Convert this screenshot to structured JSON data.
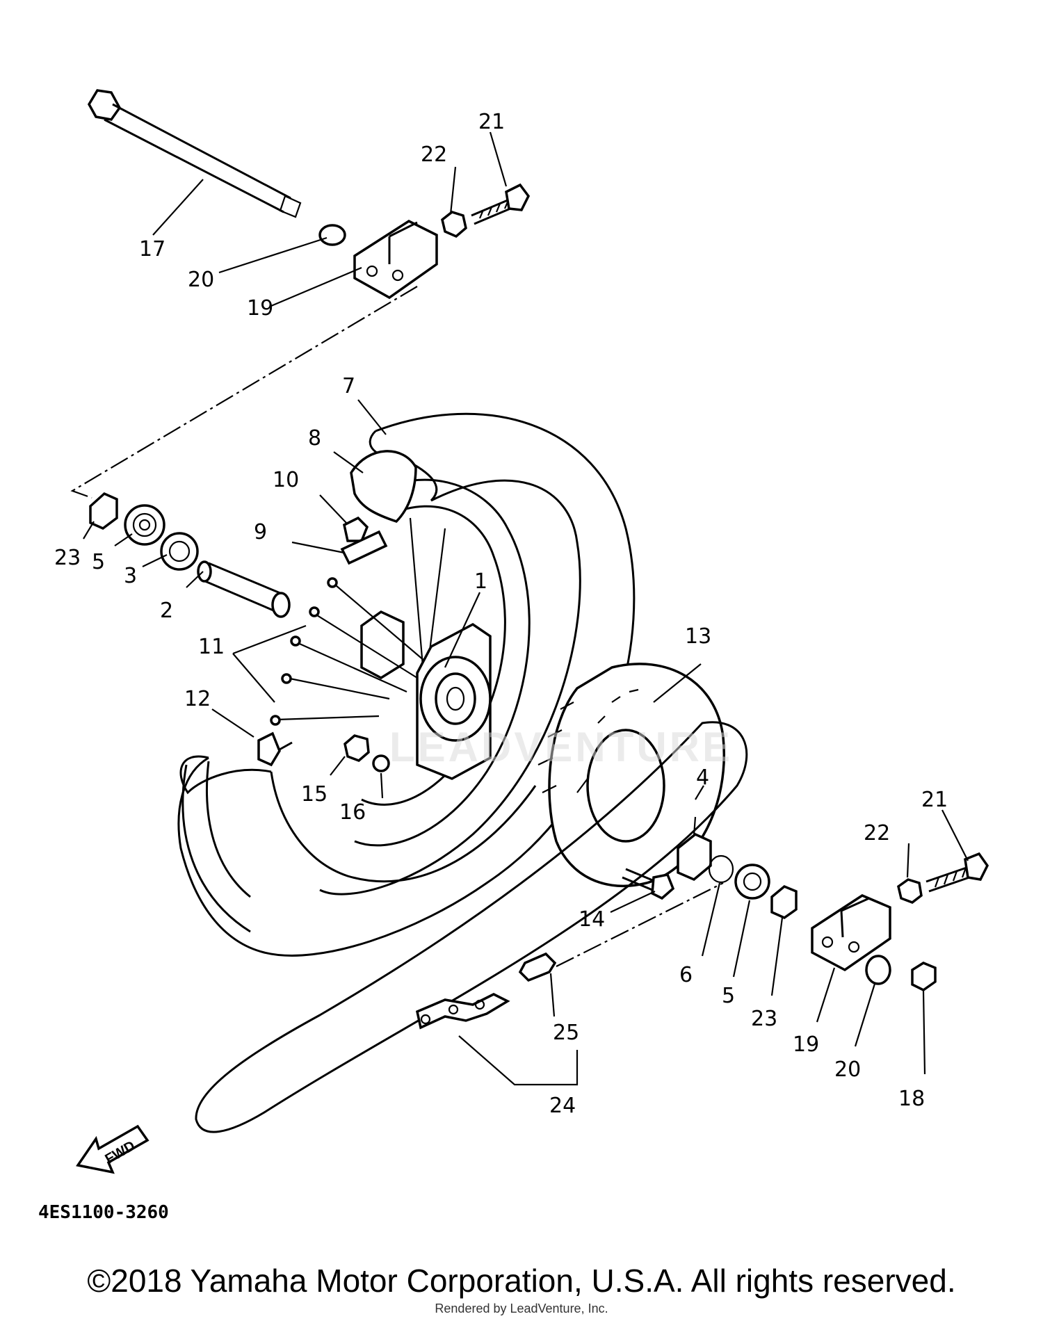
{
  "diagram": {
    "code": "4ES1100-3260",
    "fwd_label": "FWD",
    "watermark": "LEADVENTURE",
    "copyright": "©2018 Yamaha Motor Corporation, U.S.A. All rights reserved.",
    "rendered_by": "Rendered by LeadVenture, Inc.",
    "labels": [
      "1",
      "2",
      "3",
      "4",
      "5",
      "5",
      "6",
      "7",
      "8",
      "9",
      "10",
      "11",
      "12",
      "13",
      "14",
      "15",
      "16",
      "17",
      "18",
      "19",
      "19",
      "20",
      "20",
      "21",
      "21",
      "22",
      "22",
      "23",
      "23",
      "24",
      "25"
    ]
  }
}
